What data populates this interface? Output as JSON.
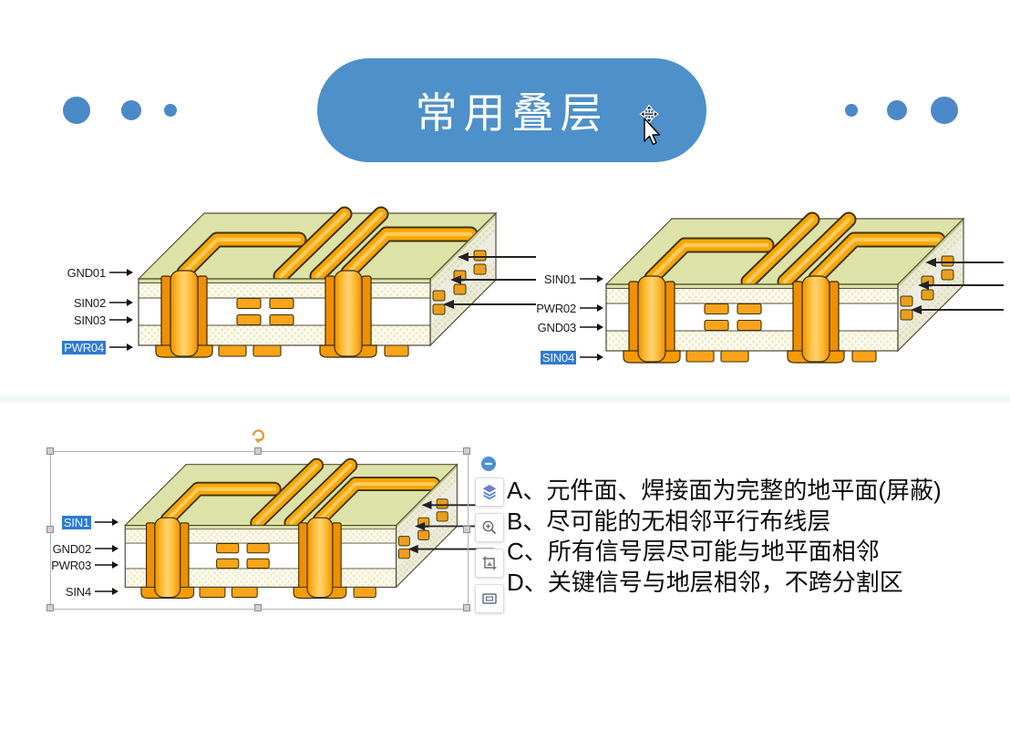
{
  "title": {
    "text": "常用叠层"
  },
  "colors": {
    "accent_blue": "#4e90c9",
    "selection_highlight": "#2e7ad2",
    "pcb_top": "#dde3a8",
    "pcb_substrate": "#f0edca",
    "pcb_copper": "#f9a602"
  },
  "diagrams": [
    {
      "id": "stackup-top-left",
      "layers": [
        {
          "label": "GND01",
          "highlighted": false
        },
        {
          "label": "SIN02",
          "highlighted": false
        },
        {
          "label": "SIN03",
          "highlighted": false
        },
        {
          "label": "PWR04",
          "highlighted": true
        }
      ]
    },
    {
      "id": "stackup-top-right",
      "layers": [
        {
          "label": "SIN01",
          "highlighted": false
        },
        {
          "label": "PWR02",
          "highlighted": false
        },
        {
          "label": "GND03",
          "highlighted": false
        },
        {
          "label": "SIN04",
          "highlighted": true
        }
      ]
    },
    {
      "id": "stackup-bottom-left",
      "selected": true,
      "layers": [
        {
          "label": "SIN1",
          "highlighted": true
        },
        {
          "label": "GND02",
          "highlighted": false
        },
        {
          "label": "PWR03",
          "highlighted": false
        },
        {
          "label": "SIN4",
          "highlighted": false
        }
      ]
    }
  ],
  "notes": {
    "lines": [
      "A、元件面、焊接面为完整的地平面(屏蔽)",
      "B、尽可能的无相邻平行布线层",
      "C、所有信号层尽可能与地平面相邻",
      "D、关键信号与地层相邻，不跨分割区"
    ]
  },
  "toolbar": {
    "buttons": [
      {
        "name": "remove",
        "icon": "minus-circle-icon"
      },
      {
        "name": "layer-settings",
        "icon": "layers-icon"
      },
      {
        "name": "zoom-in",
        "icon": "magnifier-plus-icon"
      },
      {
        "name": "crop-picture",
        "icon": "crop-image-icon"
      },
      {
        "name": "border-style",
        "icon": "frame-icon"
      }
    ]
  },
  "cursor": {
    "type": "move-pointer"
  }
}
